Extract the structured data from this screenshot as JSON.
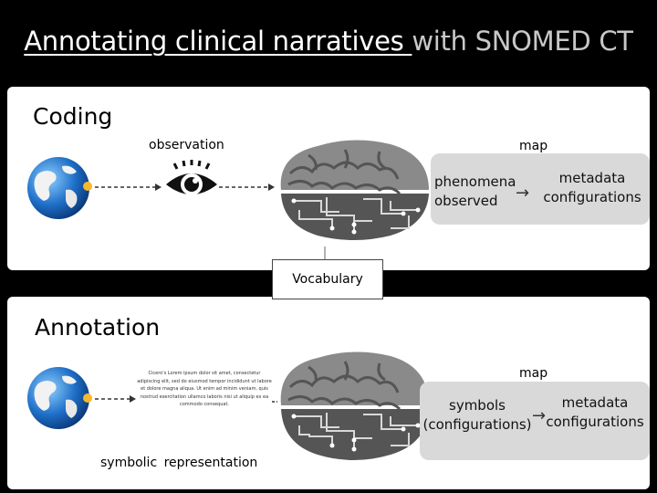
{
  "title": {
    "underlined": "Annotating clinical narratives ",
    "rest": "with SNOMED CT"
  },
  "coding": {
    "label": "Coding",
    "observation_label": "observation",
    "map_label": "map",
    "left_text": [
      "phenomena",
      "observed"
    ],
    "right_text": [
      "metadata",
      "configurations"
    ]
  },
  "vocabulary_label": "Vocabulary",
  "annotation": {
    "label": "Annotation",
    "map_label": "map",
    "left_text": [
      "symbols",
      "(configurations)"
    ],
    "right_text": [
      "metadata",
      "configurations"
    ],
    "document_text": "Cicero's Lorem ipsum dolor sit amet, consectetur adipiscing elit, sed do eiusmod tempor incididunt ut labore et dolore magna aliqua. Ut enim ad minim veniam, quis nostrud exercitation ullamco laboris nisi ut aliquip ex ea commodo consequat.",
    "symbolic_label": "symbolic representation"
  },
  "arrow_glyph": "→",
  "colors": {
    "background": "#000000",
    "panel": "#ffffff",
    "map_box": "#d9d9d9",
    "marker": "#f5b82e"
  },
  "icons": [
    "globe-icon",
    "eye-icon",
    "brain-icon",
    "document-icon"
  ]
}
